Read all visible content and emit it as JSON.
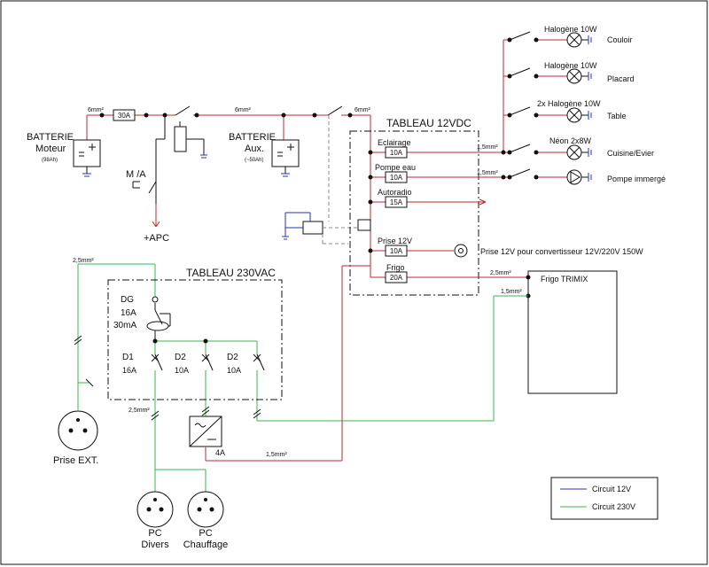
{
  "batteries": {
    "motor": {
      "title": "BATTERIE",
      "subtitle": "Moteur",
      "capacity": "(98Ah)"
    },
    "aux": {
      "title": "BATTERIE",
      "subtitle": "Aux.",
      "capacity": "(~50Ah)"
    }
  },
  "main_line": {
    "gauge_1": "6mm²",
    "fuse": "30A",
    "gauge_2": "6mm²",
    "gauge_3": "6mm²"
  },
  "ignition": {
    "switch_label": "M /A",
    "apc_label": "+APC"
  },
  "panel_12v": {
    "title": "TABLEAU 12VDC",
    "circuits": [
      {
        "name": "Eclairage",
        "fuse": "10A"
      },
      {
        "name": "Pompe eau",
        "fuse": "10A"
      },
      {
        "name": "Autoradio",
        "fuse": "15A"
      },
      {
        "name": "Prise 12V",
        "fuse": "10A"
      },
      {
        "name": "Frigo",
        "fuse": "20A"
      }
    ]
  },
  "loads": {
    "lights": [
      {
        "label": "Halogène 10W",
        "location": "Couloir"
      },
      {
        "label": "Halogène 10W",
        "location": "Placard"
      },
      {
        "label": "2x Halogène 10W",
        "location": "Table"
      },
      {
        "label": "Néon 2x8W",
        "location": "Cuisine/Evier"
      }
    ],
    "pump": {
      "label": "Pompe immergé"
    },
    "gauge_lights": "1,5mm²",
    "gauge_pump": "1,5mm²",
    "socket_12v": "Prise 12V pour convertisseur 12V/220V 150W",
    "fridge": {
      "label": "Frigo TRIMIX",
      "gauge_12v": "2,5mm²",
      "gauge_230v": "1,5mm²"
    }
  },
  "panel_230v": {
    "title": "TABLEAU 230VAC",
    "main_breaker": {
      "name": "DG",
      "rating": "16A",
      "sensitivity": "30mA"
    },
    "breakers": [
      {
        "name": "D1",
        "rating": "16A"
      },
      {
        "name": "D2",
        "rating": "10A"
      },
      {
        "name": "D2",
        "rating": "10A"
      }
    ],
    "gauge_in": "2,5mm²",
    "gauge_out": "2,5mm²"
  },
  "charger": {
    "fuse": "4A",
    "gauge": "1,5mm²"
  },
  "sockets": {
    "external": "Prise EXT.",
    "pc1": {
      "line1": "PC",
      "line2": "Divers"
    },
    "pc2": {
      "line1": "PC",
      "line2": "Chauffage"
    }
  },
  "legend": [
    {
      "label": "Circuit 12V",
      "color": "#2233bb"
    },
    {
      "label": "Circuit 230V",
      "color": "#3cb44b"
    }
  ],
  "colors": {
    "wire_12v": "#c0282e",
    "wire_230v": "#3cb44b",
    "control": "#2233bb"
  }
}
